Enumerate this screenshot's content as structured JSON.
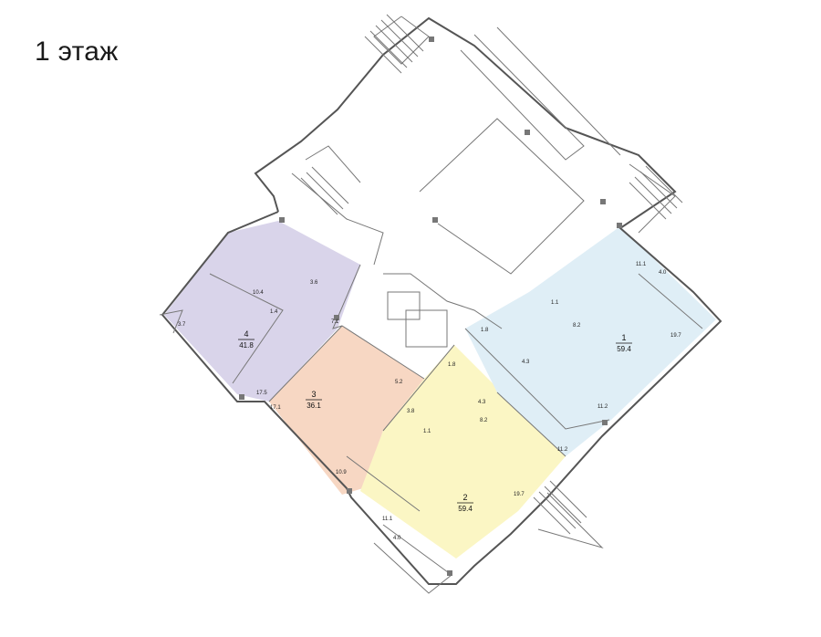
{
  "floor_title": "1 этаж",
  "colors": {
    "apt1": "#dfeef6",
    "apt2": "#fbf6c4",
    "apt3": "#f7d7c3",
    "apt4": "#d9d4ea",
    "walls": "#555555"
  },
  "apartments": [
    {
      "number": "1",
      "area": "59.4"
    },
    {
      "number": "2",
      "area": "59.4"
    },
    {
      "number": "3",
      "area": "36.1"
    },
    {
      "number": "4",
      "area": "41.8"
    }
  ],
  "room_labels": {
    "apt1": [
      "11.1",
      "4.0",
      "1.1",
      "8.2",
      "19.7",
      "4.3",
      "1.8",
      "11.2"
    ],
    "apt2": [
      "1.8",
      "4.3",
      "8.2",
      "11.2",
      "1.1",
      "19.7",
      "11.1",
      "4.0"
    ],
    "apt3": [
      "5.2",
      "3.8",
      "17.1",
      "10.9"
    ],
    "apt4": [
      "10.4",
      "1.4",
      "3.6",
      "7.1",
      "3.7",
      "17.5"
    ]
  }
}
